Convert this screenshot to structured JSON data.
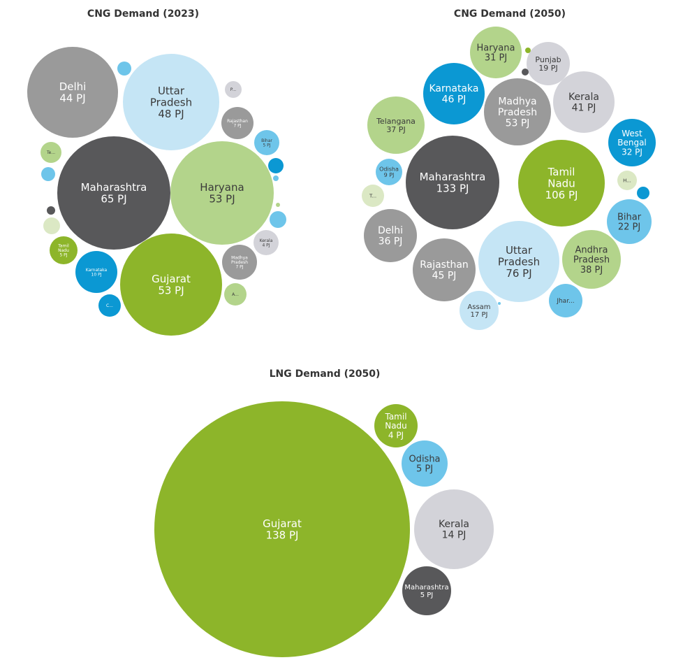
{
  "palette": {
    "dark_gray": "#58585a",
    "mid_gray": "#9a9a9a",
    "light_gray": "#d3d3d9",
    "green": "#8db52a",
    "light_green": "#b3d48b",
    "pale_green": "#dbe8c4",
    "blue": "#0b98d3",
    "light_blue": "#6ec5ea",
    "pale_blue": "#c5e5f5"
  },
  "chart_data": [
    {
      "type": "bubble",
      "title": "CNG Demand (2023)",
      "unit": "PJ",
      "bubbles": [
        {
          "label": "Delhi",
          "value": "44 PJ",
          "color": "mid_gray"
        },
        {
          "label": "Uttar Pradesh",
          "value": "48 PJ",
          "color": "pale_blue"
        },
        {
          "label": "Maharashtra",
          "value": "65 PJ",
          "color": "dark_gray"
        },
        {
          "label": "Haryana",
          "value": "53 PJ",
          "color": "light_green"
        },
        {
          "label": "Gujarat",
          "value": "53 PJ",
          "color": "green"
        },
        {
          "label": "P...",
          "value": "",
          "color": "light_gray"
        },
        {
          "label": "Rajasthan",
          "value": "7 PJ",
          "color": "mid_gray"
        },
        {
          "label": "Bihar",
          "value": "5 PJ",
          "color": "light_blue"
        },
        {
          "label": "Te...",
          "value": "",
          "color": "light_green"
        },
        {
          "label": "Kerala",
          "value": "4 PJ",
          "color": "light_gray"
        },
        {
          "label": "Madhya Pradesh",
          "value": "7 PJ",
          "color": "mid_gray"
        },
        {
          "label": "Tamil Nadu",
          "value": "5 PJ",
          "color": "green"
        },
        {
          "label": "Karnataka",
          "value": "10 PJ",
          "color": "blue"
        },
        {
          "label": "A...",
          "value": "",
          "color": "light_green"
        },
        {
          "label": "C...",
          "value": "",
          "color": "blue"
        },
        {
          "label": "",
          "value": "",
          "color": "light_blue"
        },
        {
          "label": "",
          "value": "",
          "color": "blue"
        },
        {
          "label": "",
          "value": "",
          "color": "light_blue"
        },
        {
          "label": "",
          "value": "",
          "color": "dark_gray"
        },
        {
          "label": "",
          "value": "",
          "color": "pale_green"
        },
        {
          "label": "",
          "value": "",
          "color": "light_blue"
        },
        {
          "label": "",
          "value": "",
          "color": "light_blue"
        },
        {
          "label": "",
          "value": "",
          "color": "light_green"
        }
      ]
    },
    {
      "type": "bubble",
      "title": "CNG Demand (2050)",
      "unit": "PJ",
      "bubbles": [
        {
          "label": "Haryana",
          "value": "31 PJ",
          "color": "light_green"
        },
        {
          "label": "Punjab",
          "value": "19 PJ",
          "color": "light_gray"
        },
        {
          "label": "Karnataka",
          "value": "46 PJ",
          "color": "blue"
        },
        {
          "label": "Madhya Pradesh",
          "value": "53 PJ",
          "color": "mid_gray"
        },
        {
          "label": "Kerala",
          "value": "41 PJ",
          "color": "light_gray"
        },
        {
          "label": "Telangana",
          "value": "37 PJ",
          "color": "light_green"
        },
        {
          "label": "West Bengal",
          "value": "32 PJ",
          "color": "blue"
        },
        {
          "label": "Maharashtra",
          "value": "133 PJ",
          "color": "dark_gray"
        },
        {
          "label": "Tamil Nadu",
          "value": "106 PJ",
          "color": "green"
        },
        {
          "label": "Odisha",
          "value": "9 PJ",
          "color": "light_blue"
        },
        {
          "label": "H...",
          "value": "",
          "color": "pale_green"
        },
        {
          "label": "T...",
          "value": "",
          "color": "pale_green"
        },
        {
          "label": "Bihar",
          "value": "22 PJ",
          "color": "light_blue"
        },
        {
          "label": "Delhi",
          "value": "36 PJ",
          "color": "mid_gray"
        },
        {
          "label": "Uttar Pradesh",
          "value": "76 PJ",
          "color": "pale_blue"
        },
        {
          "label": "Rajasthan",
          "value": "45 PJ",
          "color": "mid_gray"
        },
        {
          "label": "Andhra Pradesh",
          "value": "38 PJ",
          "color": "light_green"
        },
        {
          "label": "Jhar...",
          "value": "",
          "color": "light_blue"
        },
        {
          "label": "Assam",
          "value": "17 PJ",
          "color": "pale_blue"
        },
        {
          "label": "",
          "value": "",
          "color": "green"
        },
        {
          "label": "",
          "value": "",
          "color": "dark_gray"
        },
        {
          "label": "",
          "value": "",
          "color": "blue"
        },
        {
          "label": "",
          "value": "",
          "color": "light_blue"
        }
      ]
    },
    {
      "type": "bubble",
      "title": "LNG Demand (2050)",
      "unit": "PJ",
      "bubbles": [
        {
          "label": "Gujarat",
          "value": "138 PJ",
          "color": "green"
        },
        {
          "label": "Tamil Nadu",
          "value": "4 PJ",
          "color": "green"
        },
        {
          "label": "Odisha",
          "value": "5 PJ",
          "color": "light_blue"
        },
        {
          "label": "Kerala",
          "value": "14 PJ",
          "color": "light_gray"
        },
        {
          "label": "Maharashtra",
          "value": "5 PJ",
          "color": "dark_gray"
        }
      ]
    }
  ]
}
